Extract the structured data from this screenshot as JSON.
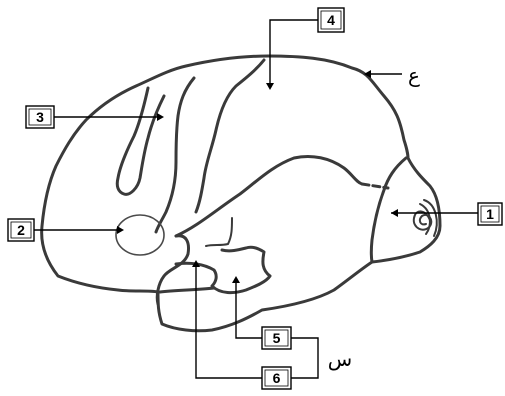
{
  "diagram": {
    "labels": {
      "l1": "1",
      "l2": "2",
      "l3": "3",
      "l4": "4",
      "l5": "5",
      "l6": "6"
    },
    "letter_ain": "ع",
    "letter_seen": "س",
    "colors": {
      "stroke": "#3a3a3a",
      "leader": "#000000",
      "background": "#ffffff"
    }
  }
}
